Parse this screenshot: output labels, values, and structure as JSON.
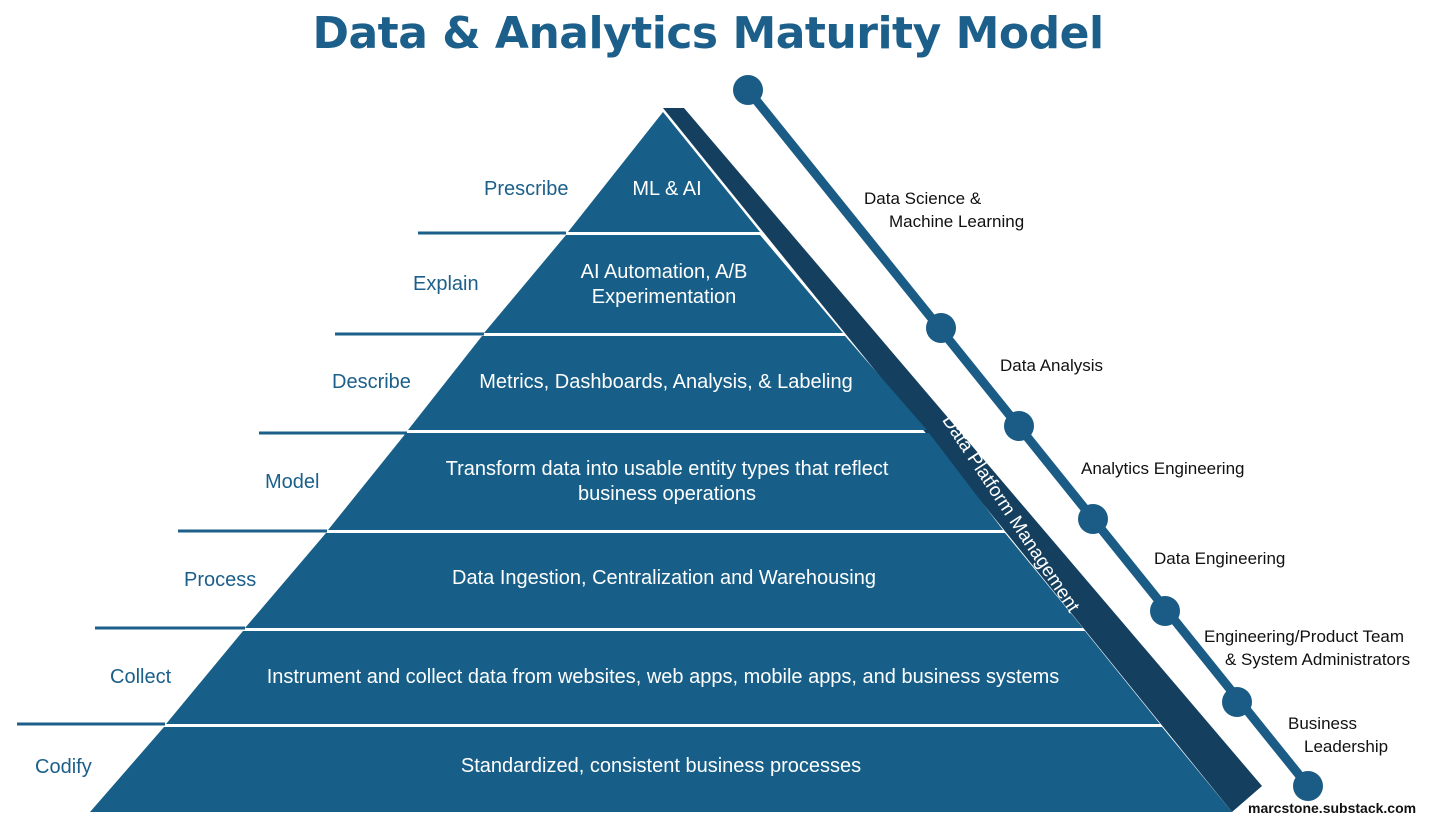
{
  "title": "Data & Analytics Maturity Model",
  "levels": [
    {
      "label": "Prescribe",
      "content": "ML & AI"
    },
    {
      "label": "Explain",
      "content": [
        "AI Automation, A/B",
        "Experimentation"
      ]
    },
    {
      "label": "Describe",
      "content": "Metrics, Dashboards, Analysis, & Labeling"
    },
    {
      "label": "Model",
      "content": [
        "Transform data into usable entity types that reflect",
        "business operations"
      ]
    },
    {
      "label": "Process",
      "content": "Data Ingestion, Centralization and Warehousing"
    },
    {
      "label": "Collect",
      "content": "Instrument and collect data from websites, web apps, mobile apps, and business systems"
    },
    {
      "label": "Codify",
      "content": "Standardized, consistent business processes"
    }
  ],
  "platform_label": "Data Platform Management",
  "roles": [
    [
      "Data Science &",
      "Machine Learning"
    ],
    [
      "Data Analysis"
    ],
    [
      "Analytics Engineering"
    ],
    [
      "Data Engineering"
    ],
    [
      "Engineering/Product Team",
      "& System Administrators"
    ],
    [
      "Business",
      "Leadership"
    ]
  ],
  "credit": "marcstone.substack.com",
  "colors": {
    "layer": "#175f88",
    "shadow": "#143f5e",
    "title": "#1b5f8a",
    "timeline": "#1a5c85"
  }
}
